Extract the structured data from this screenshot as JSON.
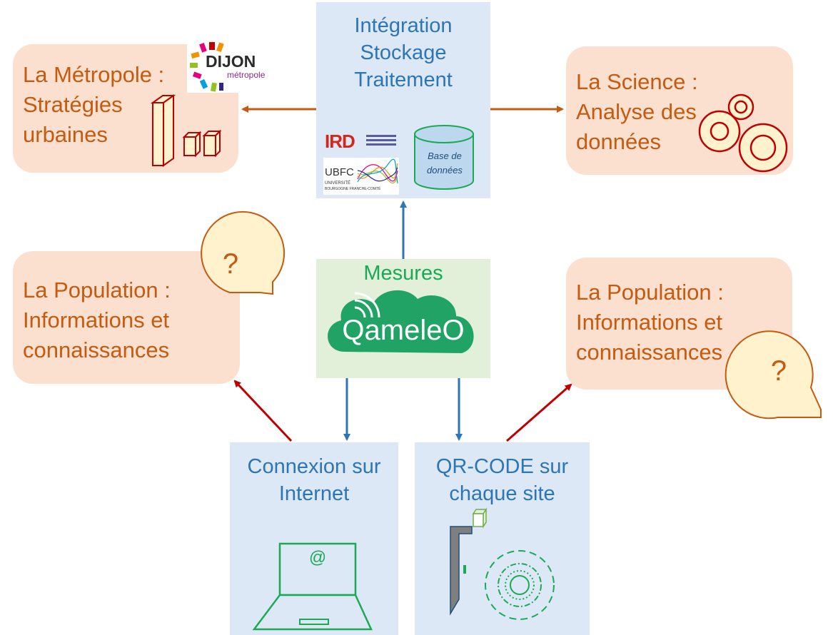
{
  "top_center": {
    "lines": [
      "Intégration",
      "Stockage",
      "Traitement"
    ],
    "database_label": [
      "Base de",
      "données"
    ],
    "logo_ird": "IRD",
    "logo_ubfc": "UBFC",
    "logo_ubfc_sub": [
      "UNIVERSITÉ",
      "BOURGOGNE FRANCHE-COMTÉ"
    ]
  },
  "metropole": {
    "line1": "La Métropole :",
    "line2": "Stratégies",
    "line3": "urbaines",
    "logo": "DIJON",
    "logo_sub": "métropole"
  },
  "science": {
    "line1": "La Science :",
    "line2": "Analyse des",
    "line3": "données"
  },
  "population_left": {
    "line1": "La Population :",
    "line2": "Informations et",
    "line3": "connaissances",
    "bubble": "?"
  },
  "population_right": {
    "line1": "La Population :",
    "line2": "Informations et",
    "line3": "connaissances",
    "bubble": "?"
  },
  "mesures": {
    "title": "Mesures",
    "brand": "QameleO"
  },
  "internet": {
    "line1": "Connexion sur",
    "line2": "Internet",
    "screen_symbol": "@"
  },
  "qrcode": {
    "line1": "QR-CODE sur",
    "line2": "chaque site"
  },
  "colors": {
    "orange_text": "#c55a11",
    "blue_text": "#2e75b6",
    "green_text": "#1aaa55",
    "cloud": "#21a366",
    "arrow_blue": "#2e75b6",
    "arrow_red": "#c00000",
    "arrow_orange": "#c55a11"
  }
}
